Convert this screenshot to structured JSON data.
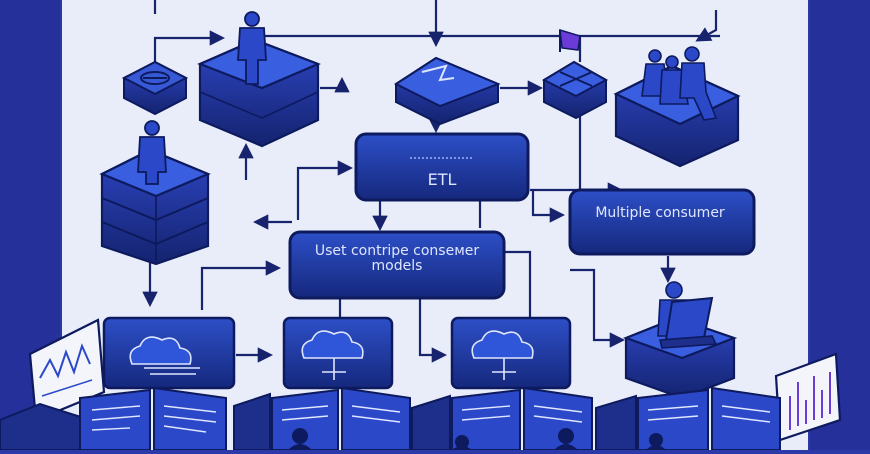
{
  "diagram": {
    "etl_label": "ETL",
    "center_label": "Uset contripe conseмer models",
    "right_label": "Multiple consumer",
    "colors": {
      "frame_blue": "#2a38a6",
      "panel_bg": "#e9edf9",
      "box_blue": "#1e37a4",
      "box_border": "#0d1a5e",
      "line": "#17236d",
      "accent_purple": "#6a3bd6"
    },
    "icons": [
      "person-icon",
      "database-icon",
      "cloud-icon",
      "laptop-icon",
      "monitor-icon",
      "flag-icon",
      "group-icon",
      "chart-icon"
    ]
  }
}
